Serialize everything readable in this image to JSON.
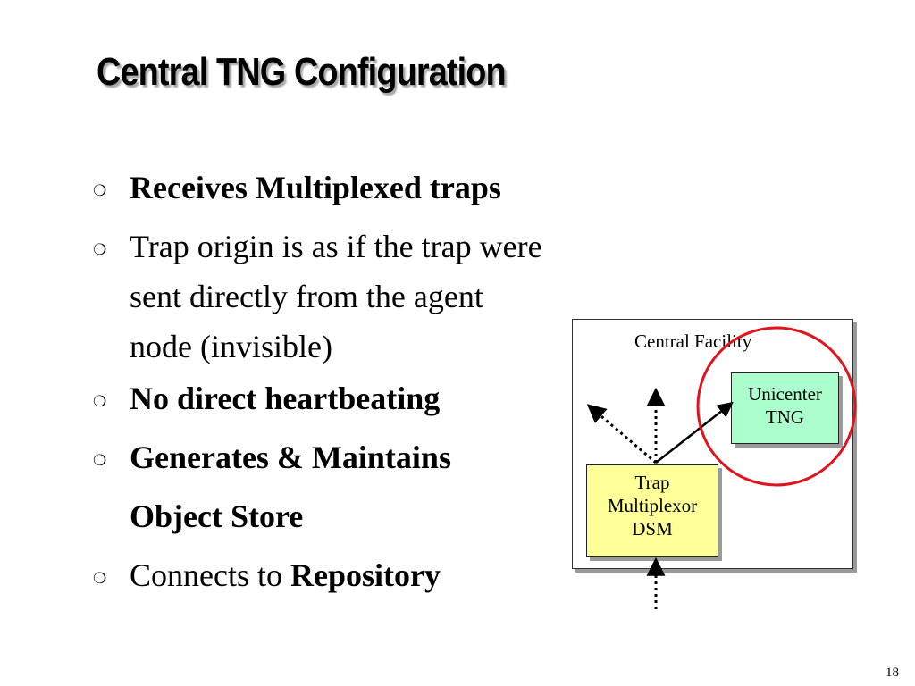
{
  "slide": {
    "title": "Central TNG Configuration",
    "bullet_symbol": "❍",
    "bullets": [
      {
        "lines": [
          {
            "runs": [
              {
                "text": "Receives Multiplexed traps",
                "bold": true
              }
            ]
          }
        ]
      },
      {
        "lines": [
          {
            "runs": [
              {
                "text": "Trap origin is as if the trap were",
                "bold": false
              }
            ]
          },
          {
            "runs": [
              {
                "text": "sent directly from the agent",
                "bold": false
              }
            ]
          },
          {
            "runs": [
              {
                "text": "node (invisible)",
                "bold": false
              }
            ]
          }
        ]
      },
      {
        "lines": [
          {
            "runs": [
              {
                "text": "No direct heartbeating",
                "bold": true
              }
            ]
          }
        ]
      },
      {
        "lines": [
          {
            "runs": [
              {
                "text": "Generates & Maintains",
                "bold": true
              }
            ]
          },
          {
            "runs": [
              {
                "text": "Object Store",
                "bold": true
              }
            ]
          }
        ]
      },
      {
        "lines": [
          {
            "runs": [
              {
                "text": "Connects to ",
                "bold": false
              },
              {
                "text": "Repository",
                "bold": true
              }
            ]
          }
        ]
      }
    ],
    "page_number": "18"
  },
  "diagram": {
    "facility_label": "Central Facility",
    "tng_box": {
      "line1": "Unicenter",
      "line2": "TNG",
      "color": "#aaffcc"
    },
    "mux_box": {
      "line1": "Trap",
      "line2": "Multiplexor",
      "line3": "DSM",
      "color": "#ffff99"
    },
    "highlight_color": "#e0141e"
  }
}
